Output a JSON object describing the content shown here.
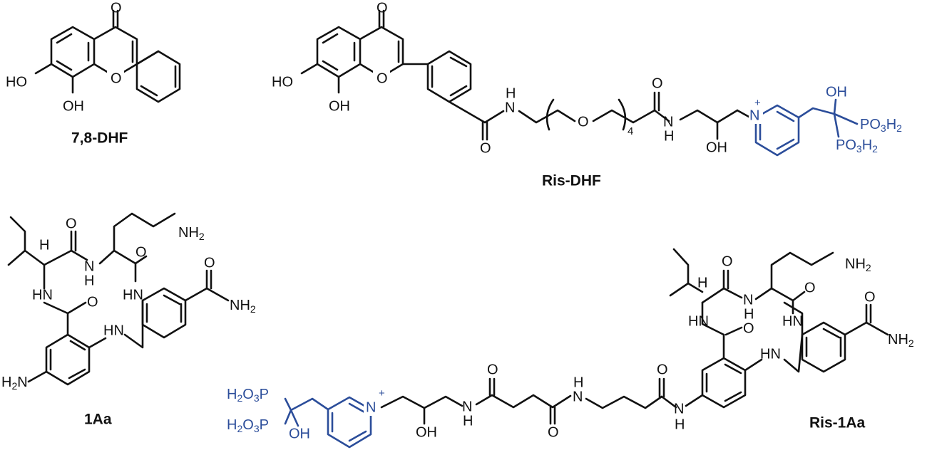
{
  "molecules": [
    {
      "id": "dhf",
      "caption": "7,8-DHF"
    },
    {
      "id": "ris_dhf",
      "caption": "Ris-DHF"
    },
    {
      "id": "aa1",
      "caption": "1Aa"
    },
    {
      "id": "ris_1aa",
      "caption": "Ris-1Aa"
    }
  ],
  "atoms": {
    "o": "O",
    "ho": "HO",
    "oh": "OH",
    "h": "H",
    "n": "N",
    "nh": "NH",
    "hn": "HN",
    "plus": "+",
    "p": "P",
    "po3h2": "PO",
    "h2": "H",
    "h2o3p": "H",
    "four": "4"
  },
  "colors": {
    "bonds": "#111111",
    "risedronate": "#2b4d9a"
  }
}
